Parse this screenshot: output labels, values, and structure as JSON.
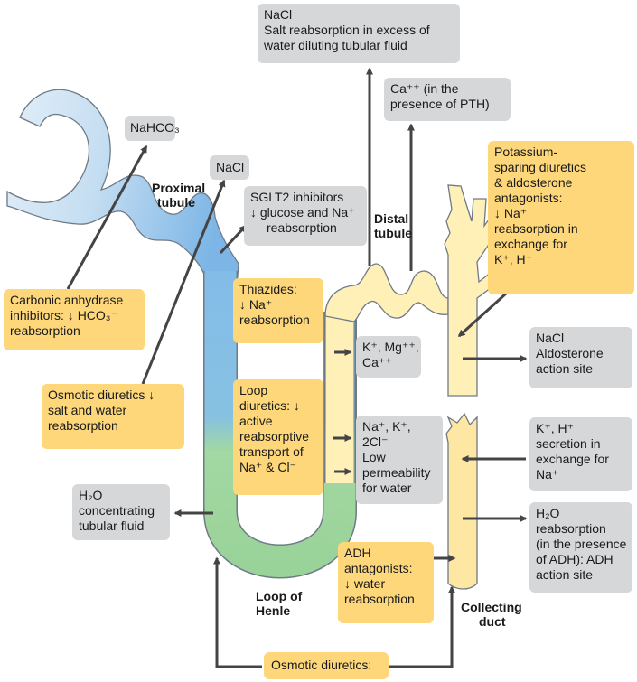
{
  "colors": {
    "arrow": "#444444",
    "grey_box": "#d6d7d9",
    "yellow_box": "#fdd77a",
    "proximal_light": "#d9eaf7",
    "proximal_blue": "#8fc0e8",
    "loop_green": "#9ed59e",
    "distal_yellow": "#fff0b8",
    "outline": "#6f7a86"
  },
  "structure_labels": {
    "proximal": [
      "Proximal",
      "tubule"
    ],
    "distal": [
      "Distal",
      "tubule"
    ],
    "loop": [
      "Loop of",
      "Henle"
    ],
    "collecting": [
      "Collecting",
      "duct"
    ]
  },
  "grey_boxes": {
    "nacl_top": [
      "NaCl",
      "Salt reabsorption in excess of",
      "water diluting tubular fluid"
    ],
    "ca_pth": [
      "Ca⁺⁺ (in the",
      "presence of PTH)"
    ],
    "nahco3": [
      "NaHCO₃"
    ],
    "nacl_small": [
      "NaCl"
    ],
    "sglt2": [
      "SGLT2 inhibitors",
      "↓ glucose and Na⁺",
      "reabsorption"
    ],
    "k_mg_ca": [
      "K⁺, Mg⁺⁺,",
      "Ca⁺⁺"
    ],
    "na_k_cl": [
      "Na⁺, K⁺,",
      "2Cl⁻",
      "Low",
      "permeability",
      "for water"
    ],
    "h2o_conc": [
      "H₂O",
      "concentrating",
      "tubular fluid"
    ],
    "nacl_aldo": [
      "NaCl",
      "Aldosterone",
      "action site"
    ],
    "k_h_secretion": [
      "K⁺, H⁺",
      "secretion in",
      "exchange for",
      "Na⁺"
    ],
    "h2o_adh": [
      "H₂O",
      "reabsorption",
      "(in the presence",
      "of ADH): ADH",
      "action site"
    ]
  },
  "yellow_boxes": {
    "potassium": [
      "Potassium-",
      "sparing diuretics",
      "& aldosterone",
      "antagonists:",
      "↓ Na⁺",
      "reabsorption in",
      "exchange for",
      "K⁺, H⁺"
    ],
    "carbonic": [
      "Carbonic anhydrase",
      "inhibitors: ↓ HCO₃⁻",
      "reabsorption"
    ],
    "osmotic_left": [
      "Osmotic diuretics ↓",
      "salt and water",
      "reabsorption"
    ],
    "thiazides": [
      "Thiazides:",
      "↓ Na⁺",
      "reabsorption"
    ],
    "loop_diuretics": [
      "Loop",
      "diuretics: ↓",
      "active",
      "reabsorptive",
      "transport of",
      "Na⁺ & Cl⁻"
    ],
    "adh": [
      "ADH",
      "antagonists:",
      "↓ water",
      "reabsorption"
    ],
    "osmotic_bottom": [
      "Osmotic diuretics:"
    ]
  }
}
